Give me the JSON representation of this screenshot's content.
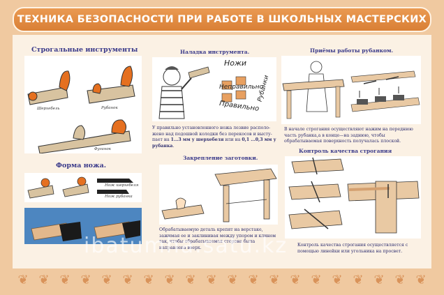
{
  "title": "ТЕХНИКА БЕЗОПАСНОСТИ ПРИ РАБОТЕ В ШКОЛЬНЫХ МАСТЕРСКИХ",
  "sections": {
    "planing_tools": {
      "heading": "Строгальные инструменты",
      "captions": [
        "Шерхебель",
        "Рубанок",
        "Фуганок"
      ]
    },
    "knife_shape": {
      "heading": "Форма ножа.",
      "captions": [
        "Нож шерхебеля",
        "Нож рубанка"
      ]
    },
    "tool_setup": {
      "heading": "Наладка инструмента.",
      "labels": [
        "Ножи",
        "Неправильно",
        "Правильно",
        "Рубанки"
      ],
      "text_before_bold1": "У правильно установленного ножа лезвие располо-жено над подошвой колодки без перекосов и высту-пает на ",
      "bold1": "1...3 мм у шерхебеля",
      "text_mid": " или на ",
      "bold2": "0,1 ...0,3 мм у рубанка",
      "text_end": "."
    },
    "clamping": {
      "heading": "Закрепление заготовки.",
      "text": "Обрабатываемую деталь крепят на верстаке, зажимая ее и заклинивая между упором и клином так, чтобы обрабатываемая сторона была направлена вверх."
    },
    "plane_methods": {
      "heading": "Приёмы работы рубанком.",
      "text": "В начале строгания осуществляют нажим на переднюю часть рубанка,а в конце—на заднюю, чтобы обрабатываемая поверхность получалась плоской."
    },
    "quality_control": {
      "heading": "Контроль качества строгания",
      "text": "Контроль качества строгания осуществляется с помощью линейки или угольника на просвет."
    }
  },
  "watermark": "ibatumha.satu.kz",
  "colors": {
    "background": "#f0c9a0",
    "panel": "#fbf1e4",
    "title_bar": "#e08c44",
    "heading": "#3a3a8a"
  }
}
